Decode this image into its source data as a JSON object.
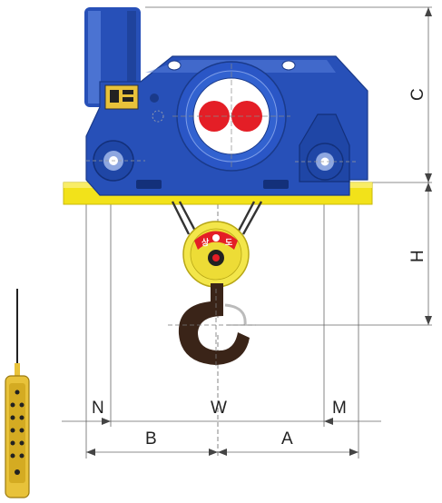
{
  "diagram": {
    "dimension_labels": {
      "C": "C",
      "H": "H",
      "N": "N",
      "W": "W",
      "M": "M",
      "B": "B",
      "A": "A"
    },
    "sheave_badge": {
      "left_char": "상",
      "right_char": "도"
    },
    "colors": {
      "body_blue": "#2750b8",
      "body_blue_dark": "#1a3a8a",
      "girder_yellow": "#f2e21a",
      "sheave_yellow": "#f3e64a",
      "marker_red": "#e41e26",
      "hook_brown": "#3a2418",
      "pendant_yellow": "#e8c23a",
      "dimension_line": "#555555"
    },
    "icons": [
      "hoist-body",
      "motor-drum",
      "pulley-sheave",
      "lifting-hook",
      "pendant-control"
    ]
  }
}
